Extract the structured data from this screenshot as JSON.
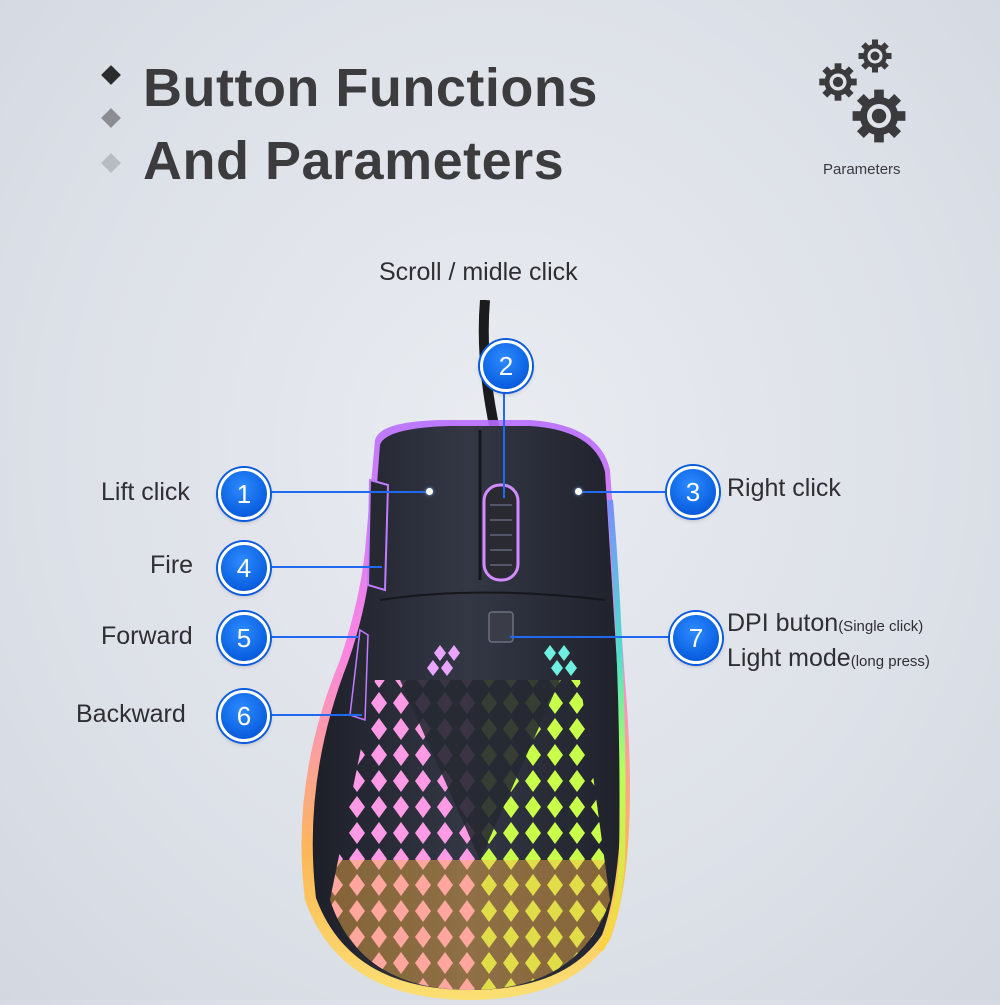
{
  "header": {
    "title_line1": "Button Functions",
    "title_line2": "And Parameters",
    "params_caption": "Parameters"
  },
  "labels": {
    "scroll": "Scroll / midle click",
    "left_click": "Lift click",
    "right_click": "Right click",
    "fire": "Fire",
    "forward": "Forward",
    "backward": "Backward",
    "dpi_main": "DPI buton",
    "dpi_note": "(Single click)",
    "light_main": "Light mode",
    "light_note": "(long press)"
  },
  "badges": {
    "b1": "1",
    "b2": "2",
    "b3": "3",
    "b4": "4",
    "b5": "5",
    "b6": "6",
    "b7": "7"
  },
  "colors": {
    "accent": "#0a5fe0",
    "title": "#3c3c3e",
    "mouse_body": "#2a2d36"
  },
  "icons": [
    "gears-icon",
    "mouse-product-image"
  ]
}
